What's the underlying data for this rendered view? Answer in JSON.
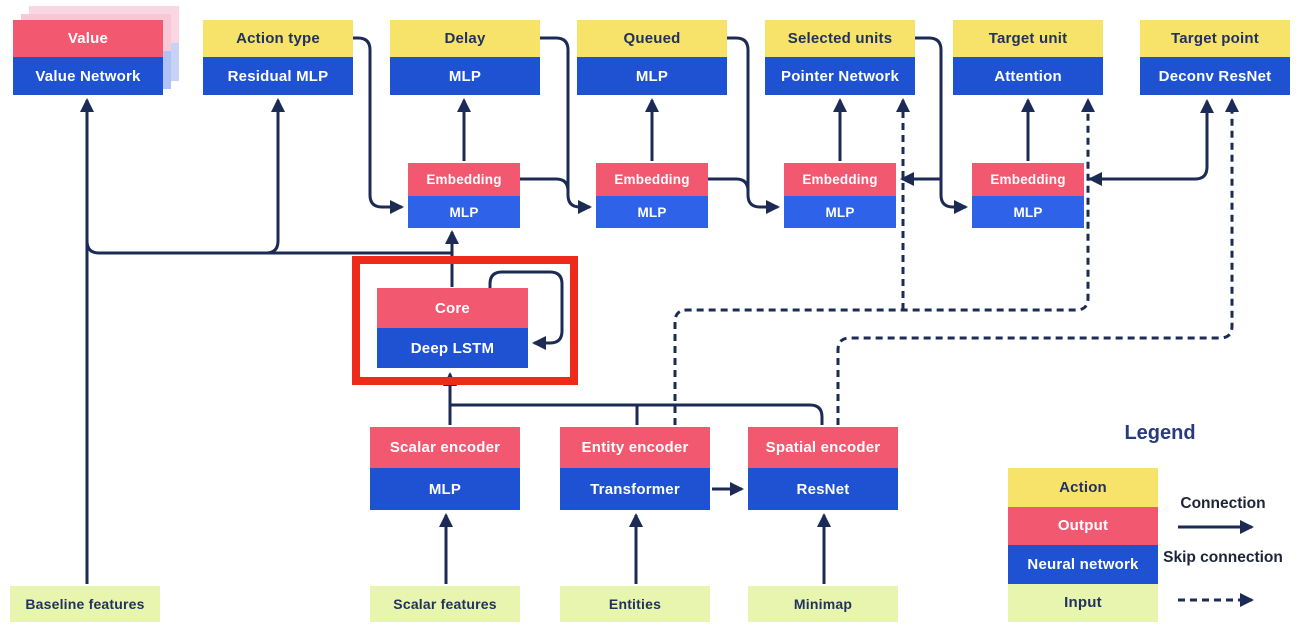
{
  "diagram": {
    "nodes": {
      "value": {
        "top": "Value",
        "bottom": "Value Network"
      },
      "actionType": {
        "top": "Action type",
        "bottom": "Residual MLP"
      },
      "delay": {
        "top": "Delay",
        "bottom": "MLP"
      },
      "queued": {
        "top": "Queued",
        "bottom": "MLP"
      },
      "selectedUnits": {
        "top": "Selected units",
        "bottom": "Pointer Network"
      },
      "targetUnit": {
        "top": "Target unit",
        "bottom": "Attention"
      },
      "targetPoint": {
        "top": "Target point",
        "bottom": "Deconv ResNet"
      },
      "core": {
        "top": "Core",
        "bottom": "Deep LSTM"
      },
      "scalarEncoder": {
        "top": "Scalar encoder",
        "bottom": "MLP"
      },
      "entityEncoder": {
        "top": "Entity encoder",
        "bottom": "Transformer"
      },
      "spatialEncoder": {
        "top": "Spatial encoder",
        "bottom": "ResNet"
      }
    },
    "embeddings": [
      {
        "top": "Embedding",
        "bottom": "MLP"
      },
      {
        "top": "Embedding",
        "bottom": "MLP"
      },
      {
        "top": "Embedding",
        "bottom": "MLP"
      },
      {
        "top": "Embedding",
        "bottom": "MLP"
      }
    ],
    "inputs": {
      "baseline": "Baseline features",
      "scalar": "Scalar features",
      "entities": "Entities",
      "minimap": "Minimap"
    },
    "legend": {
      "title": "Legend",
      "items": [
        {
          "label": "Action",
          "type": "action"
        },
        {
          "label": "Output",
          "type": "output"
        },
        {
          "label": "Neural network",
          "type": "network"
        },
        {
          "label": "Input",
          "type": "input"
        }
      ],
      "connection_label": "Connection",
      "skip_connection_label": "Skip connection"
    },
    "highlight": {
      "target": "core",
      "shape": "red-rectangle"
    },
    "edges": [
      {
        "from": "baseline-features",
        "to": "value-network",
        "type": "connection"
      },
      {
        "from": "core",
        "to": "value-network",
        "type": "connection"
      },
      {
        "from": "core",
        "to": "residual-mlp",
        "type": "connection"
      },
      {
        "from": "core",
        "to": "embedding-1",
        "type": "connection"
      },
      {
        "from": "core",
        "to": "core",
        "type": "recurrent"
      },
      {
        "from": "scalar-encoder",
        "to": "core",
        "type": "connection"
      },
      {
        "from": "entity-encoder",
        "to": "core",
        "type": "connection"
      },
      {
        "from": "spatial-encoder",
        "to": "core",
        "type": "connection"
      },
      {
        "from": "scalar-features",
        "to": "scalar-encoder",
        "type": "connection"
      },
      {
        "from": "entities",
        "to": "entity-encoder",
        "type": "connection"
      },
      {
        "from": "minimap",
        "to": "spatial-encoder",
        "type": "connection"
      },
      {
        "from": "entity-encoder",
        "to": "spatial-encoder",
        "type": "connection"
      },
      {
        "from": "action-type",
        "to": "embedding-1",
        "type": "connection"
      },
      {
        "from": "embedding-1",
        "to": "delay",
        "type": "connection"
      },
      {
        "from": "delay",
        "to": "embedding-2",
        "type": "connection"
      },
      {
        "from": "embedding-1",
        "to": "embedding-2",
        "type": "connection"
      },
      {
        "from": "embedding-2",
        "to": "queued",
        "type": "connection"
      },
      {
        "from": "queued",
        "to": "embedding-3",
        "type": "connection"
      },
      {
        "from": "embedding-2",
        "to": "embedding-3",
        "type": "connection"
      },
      {
        "from": "embedding-3",
        "to": "selected-units",
        "type": "connection"
      },
      {
        "from": "selected-units",
        "to": "embedding-3",
        "type": "connection"
      },
      {
        "from": "selected-units",
        "to": "embedding-4",
        "type": "connection"
      },
      {
        "from": "embedding-4",
        "to": "target-unit",
        "type": "connection"
      },
      {
        "from": "embedding-4",
        "to": "target-point",
        "type": "connection"
      },
      {
        "from": "entity-encoder",
        "to": "selected-units",
        "type": "skip"
      },
      {
        "from": "entity-encoder",
        "to": "target-unit",
        "type": "skip"
      },
      {
        "from": "spatial-encoder",
        "to": "target-point",
        "type": "skip"
      }
    ],
    "colors": {
      "action": "#F8E36A",
      "output": "#F2586F",
      "network": "#1E52D3",
      "networkLight": "#2E62E8",
      "input": "#E7F5AE",
      "line": "#1C2B55",
      "text": "#22315E",
      "highlight": "#EE2A1B",
      "legendTitle": "#2A3B7D",
      "shadowPink1": "#F7C8D6",
      "shadowBlue1": "#B3C2F4",
      "shadowPink2": "#FAD6E2",
      "shadowBlue2": "#C7D2F7"
    }
  }
}
